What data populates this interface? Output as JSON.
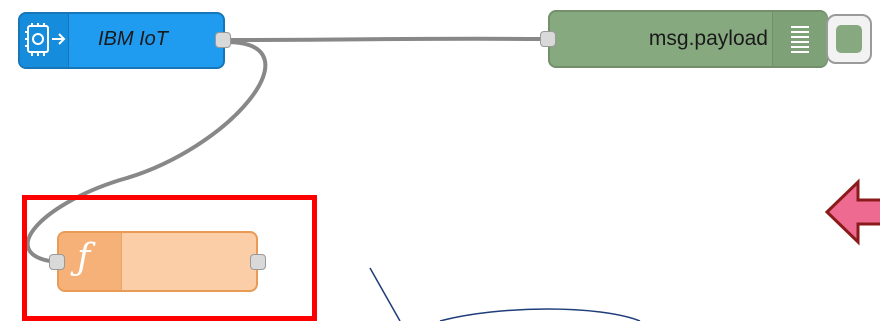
{
  "nodes": {
    "ibm_iot": {
      "label": "IBM IoT",
      "icon": "iot-chip-icon",
      "color": "#1f9cf0"
    },
    "debug": {
      "label": "msg.payload",
      "icon": "list-lines-icon",
      "color": "#87a980"
    },
    "function": {
      "label": "",
      "icon_glyph": "ƒ",
      "icon": "function-icon",
      "color": "#fbcea8"
    }
  },
  "annotations": {
    "highlight_color": "#ff0000",
    "arrow": {
      "icon": "left-arrow-icon",
      "fill": "#ee6a90",
      "stroke": "#8b1a1a"
    },
    "callout": {
      "icon": "speech-bubble-icon",
      "stroke": "#1f3d7a"
    }
  }
}
